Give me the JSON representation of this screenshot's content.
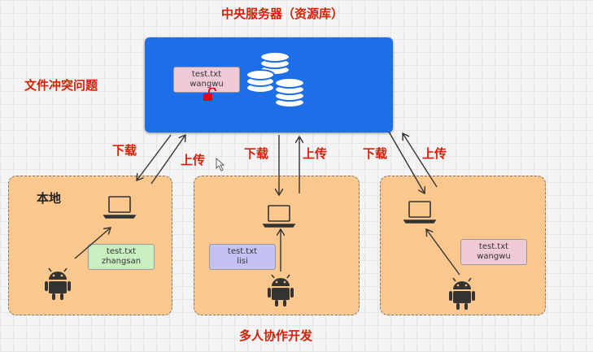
{
  "title": "中央服务器（资源库）",
  "left_label": "文件冲突问题",
  "bottom_label": "多人协作开发",
  "server_card": {
    "filename": "test.txt",
    "user": "wangwu"
  },
  "arrows": {
    "download": "下载",
    "upload": "上传"
  },
  "zones": [
    {
      "label": "本地",
      "card": {
        "filename": "test.txt",
        "user": "zhangsan"
      },
      "card_color": "#c9efc1"
    },
    {
      "label": "",
      "card": {
        "filename": "test.txt",
        "user": "lisi"
      },
      "card_color": "#c4c2f2"
    },
    {
      "label": "",
      "card": {
        "filename": "test.txt",
        "user": "wangwu"
      },
      "card_color": "#f0c9d8"
    }
  ],
  "colors": {
    "server": "#1e6ee8",
    "zone_fill": "#fcc88e",
    "label_red": "#d81e06",
    "android": "#333333"
  },
  "icons": [
    "database-icon",
    "laptop-icon",
    "android-icon",
    "lock-icon"
  ]
}
